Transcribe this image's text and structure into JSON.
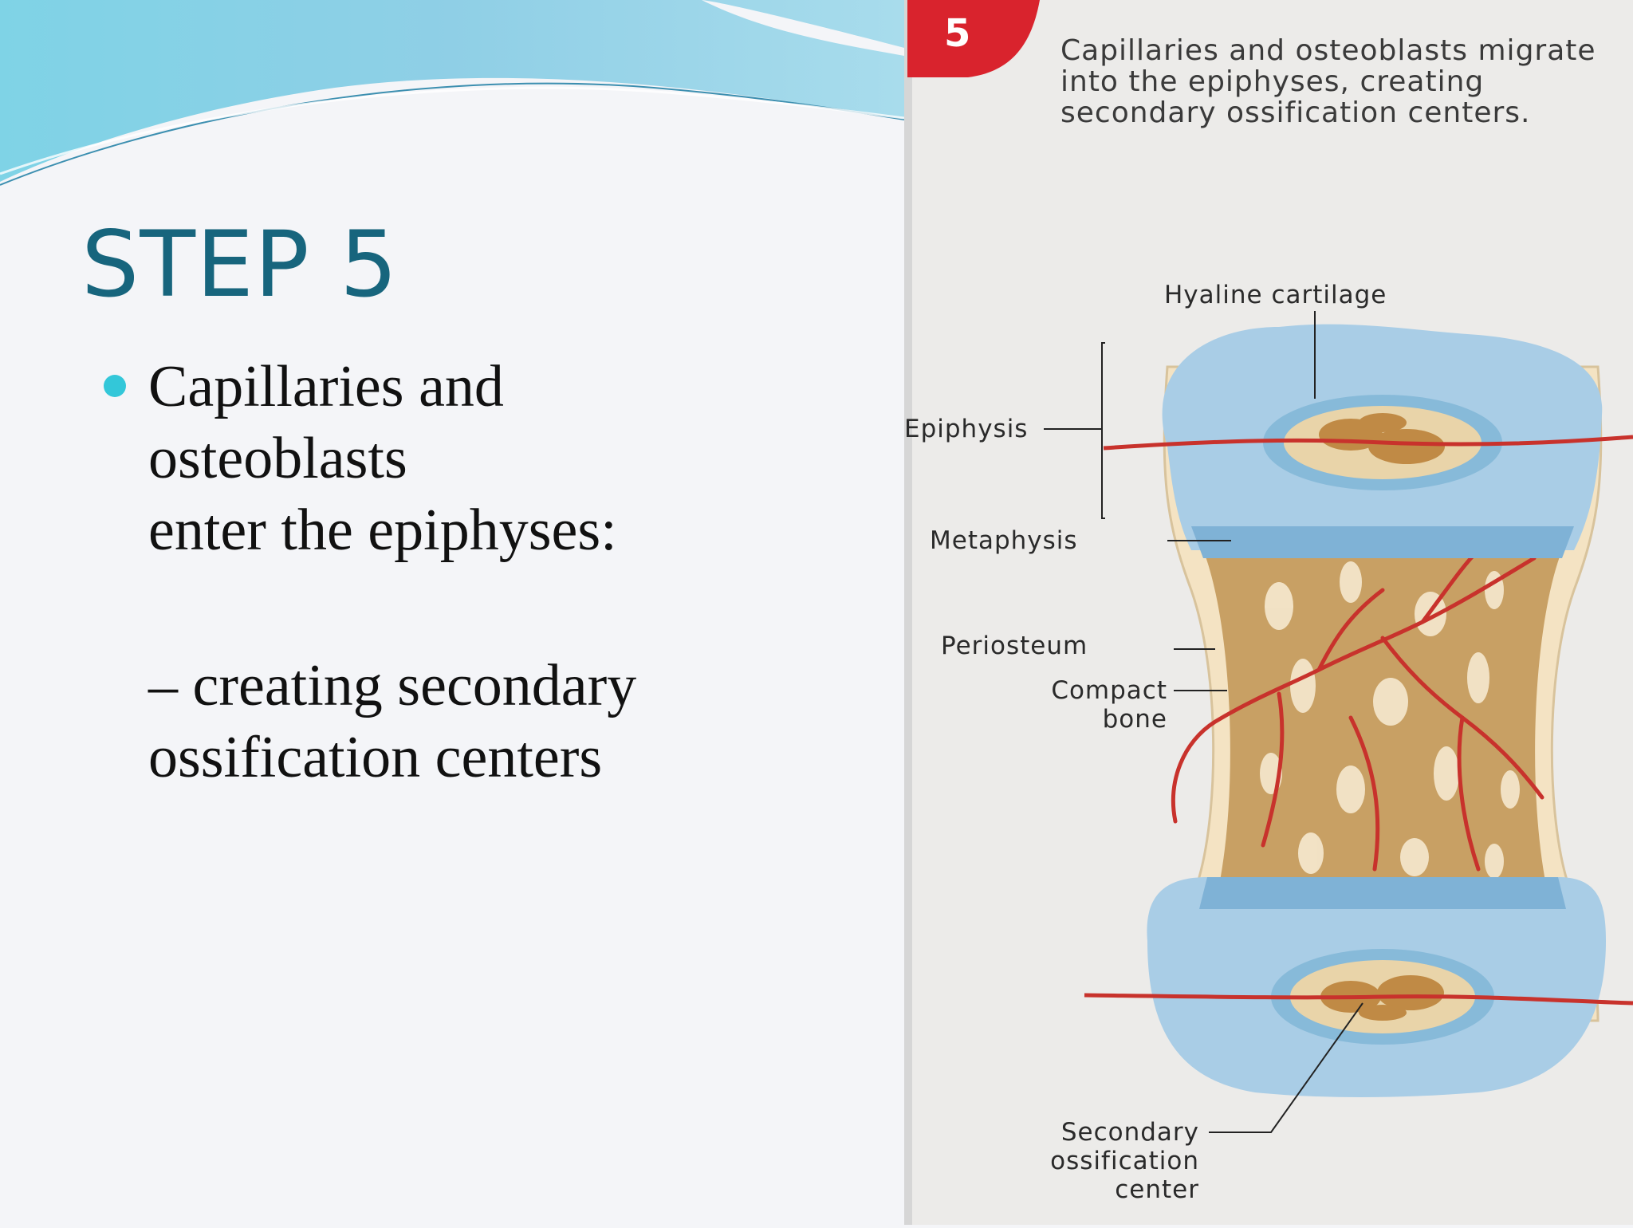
{
  "slide": {
    "title": "STEP 5",
    "bullet": {
      "lines": [
        "Capillaries and",
        "osteoblasts",
        "enter the epiphyses:"
      ]
    },
    "sub": {
      "lines": [
        "– creating secondary",
        "ossification centers"
      ]
    }
  },
  "figure": {
    "step_number": "5",
    "caption": "Capillaries and osteoblasts migrate into the epiphyses, creating secondary ossification centers.",
    "labels": {
      "hyaline_cartilage": "Hyaline cartilage",
      "epiphysis": "Epiphysis",
      "metaphysis": "Metaphysis",
      "periosteum": "Periosteum",
      "compact_bone_1": "Compact",
      "compact_bone_2": "bone",
      "secondary_1": "Secondary",
      "secondary_2": "ossification",
      "secondary_3": "center"
    }
  },
  "colors": {
    "title": "#17657d",
    "bullet": "#33c7d9",
    "step_badge": "#d9232d",
    "cartilage": "#a9cde6",
    "bone": "#c8a064",
    "vessel": "#c8322c"
  }
}
